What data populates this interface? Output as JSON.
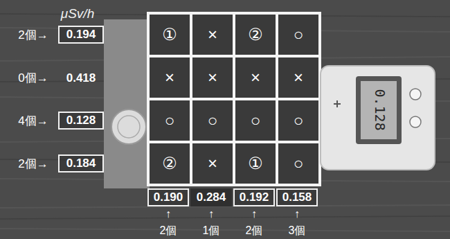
{
  "diagram": {
    "nodes": [
      {
        "text": [
          "①"
        ]
      },
      {
        "text": [
          "×"
        ]
      },
      {
        "text": [
          "②"
        ]
      },
      {
        "text": [
          "○"
        ]
      },
      {
        "text": [
          "×"
        ]
      },
      {
        "text": [
          "×"
        ]
      },
      {
        "text": [
          "×"
        ]
      },
      {
        "text": [
          "×"
        ]
      },
      {
        "text": [
          "○"
        ]
      },
      {
        "text": [
          "○"
        ]
      },
      {
        "text": [
          "○"
        ]
      },
      {
        "text": [
          "○"
        ]
      },
      {
        "text": [
          "②"
        ]
      },
      {
        "text": [
          "×"
        ]
      },
      {
        "text": [
          "①"
        ]
      },
      {
        "text": [
          "○"
        ]
      },
      {
        "text": [
          "0.194"
        ]
      },
      {
        "text": [
          "0.128"
        ]
      },
      {
        "text": [
          "0.184"
        ]
      },
      {
        "text": [
          "0.190"
        ]
      },
      {
        "text": [
          "0.284"
        ]
      },
      {
        "text": [
          "0.192"
        ]
      },
      {
        "text": [
          "0.158"
        ]
      }
    ],
    "labels": [
      "μSv/h",
      "2個→",
      "0個→",
      "0.418",
      "4個→",
      "2個→",
      "↑",
      "↑",
      "↑",
      "↑",
      "2個",
      "1個",
      "2個",
      "3個",
      "0.128"
    ]
  }
}
